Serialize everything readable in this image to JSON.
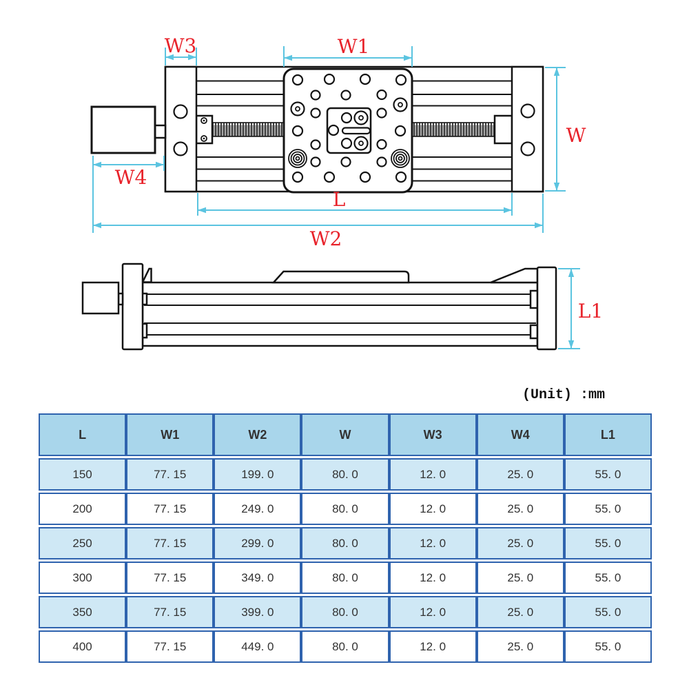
{
  "diagram": {
    "labels": {
      "w3": "W3",
      "w1": "W1",
      "w": "W",
      "w4": "W4",
      "l": "L",
      "w2": "W2",
      "l1": "L1"
    },
    "colors": {
      "dimension_line": "#5bc4e0",
      "label_text": "#e8232b",
      "drawing_line": "#141414"
    }
  },
  "unit_note": "(Unit) :mm",
  "table": {
    "headers": [
      "L",
      "W1",
      "W2",
      "W",
      "W3",
      "W4",
      "L1"
    ],
    "rows": [
      [
        "150",
        "77. 15",
        "199. 0",
        "80. 0",
        "12. 0",
        "25. 0",
        "55. 0"
      ],
      [
        "200",
        "77. 15",
        "249. 0",
        "80. 0",
        "12. 0",
        "25. 0",
        "55. 0"
      ],
      [
        "250",
        "77. 15",
        "299. 0",
        "80. 0",
        "12. 0",
        "25. 0",
        "55. 0"
      ],
      [
        "300",
        "77. 15",
        "349. 0",
        "80. 0",
        "12. 0",
        "25. 0",
        "55. 0"
      ],
      [
        "350",
        "77. 15",
        "399. 0",
        "80. 0",
        "12. 0",
        "25. 0",
        "55. 0"
      ],
      [
        "400",
        "77. 15",
        "449. 0",
        "80. 0",
        "12. 0",
        "25. 0",
        "55. 0"
      ]
    ],
    "colors": {
      "border": "#2f63ae",
      "header_bg": "#a9d6eb",
      "alt_row_bg": "#cfe8f5",
      "row_bg": "#ffffff"
    }
  }
}
